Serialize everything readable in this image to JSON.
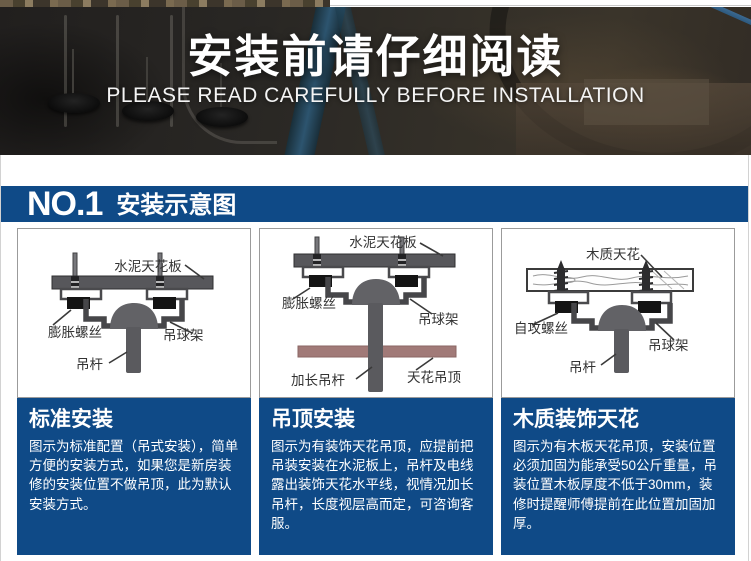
{
  "banner": {
    "title": "安装前请仔细阅读",
    "subtitle": "PLEASE READ CAREFULLY BEFORE INSTALLATION"
  },
  "section_header": {
    "number": "NO.1",
    "title": "安装示意图"
  },
  "panels": [
    {
      "title": "标准安装",
      "body": "图示为标准配置（吊式安装），简单方便的安装方式，如果您是新房装修的安装位置不做吊顶，此为默认安装方式。",
      "labels": {
        "ceiling": "水泥天花板",
        "screw": "膨胀螺丝",
        "bracket": "吊球架",
        "rod": "吊杆"
      }
    },
    {
      "title": "吊顶安装",
      "body": "图示为有装饰天花吊顶，应提前把吊装安装在水泥板上，吊杆及电线露出装饰天花水平线，视情况加长吊杆，长度视层高而定，可咨询客服。",
      "labels": {
        "ceiling": "水泥天花板",
        "screw": "膨胀螺丝",
        "bracket": "吊球架",
        "rod": "加长吊杆",
        "suspended_ceiling": "天花吊顶"
      }
    },
    {
      "title": "木质装饰天花",
      "body": "图示为有木板天花吊顶，安装位置必须加固为能承受50公斤重量，吊装位置木板厚度不低于30mm，装修时提醒师傅提前在此位置加固加厚。",
      "labels": {
        "ceiling": "木质天花",
        "screw": "自攻螺丝",
        "bracket": "吊球架",
        "rod": "吊杆"
      }
    }
  ],
  "colors": {
    "navy_accent": "#0f4a87",
    "diagram_gray": "#57575b",
    "suspended_ceiling_band": "#a17a78"
  }
}
